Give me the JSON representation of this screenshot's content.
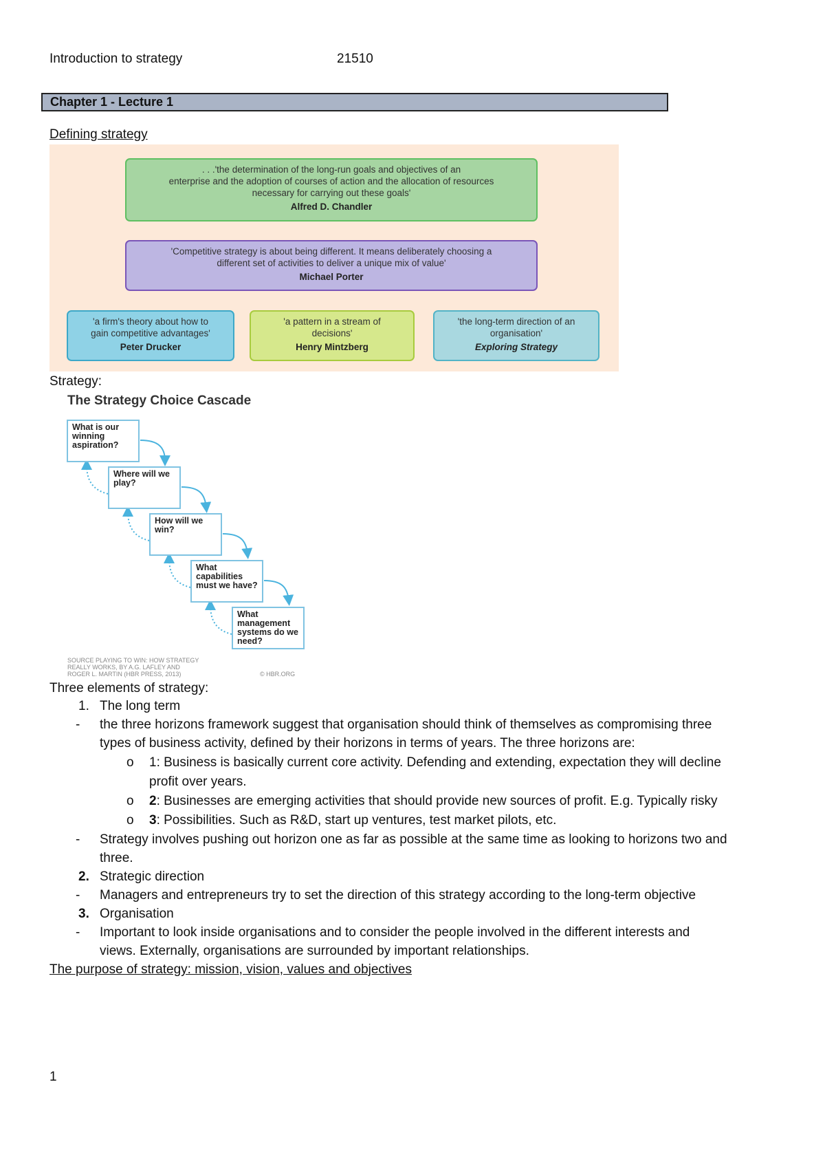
{
  "header": {
    "title": "Introduction to strategy",
    "code": "21510"
  },
  "chapter": "Chapter 1 - Lecture 1",
  "defining_heading": "Defining strategy",
  "definitions": {
    "chandler": {
      "quote1": ". . .'the determination of the long-run goals and objectives of an",
      "quote2": "enterprise and the adoption of courses of action and the allocation of resources",
      "quote3": "necessary for carrying out these goals'",
      "author": "Alfred D. Chandler"
    },
    "porter": {
      "quote1": "'Competitive strategy is about being different. It means deliberately choosing a",
      "quote2": "different set of activities to deliver a unique mix of value'",
      "author": "Michael Porter"
    },
    "drucker": {
      "quote1": "'a firm's theory about how to",
      "quote2": "gain competitive advantages'",
      "author": "Peter Drucker"
    },
    "mintzberg": {
      "quote1": "'a pattern in a stream of",
      "quote2": "decisions'",
      "author": "Henry Mintzberg"
    },
    "exploring": {
      "quote1": "'the long-term direction of an",
      "quote2": "organisation'",
      "author": "Exploring Strategy"
    }
  },
  "strategy_label": "Strategy:",
  "cascade": {
    "title": "The Strategy Choice Cascade",
    "boxes": [
      "What is our winning aspiration?",
      "Where will we play?",
      "How will we win?",
      "What capabilities must we have?",
      "What management systems do we need?"
    ],
    "source1": "SOURCE PLAYING TO WIN: HOW STRATEGY",
    "source2": "REALLY WORKS, BY A.G. LAFLEY AND",
    "source3": "ROGER L. MARTIN (HBR PRESS, 2013)",
    "credit": "© HBR.ORG"
  },
  "three_elements": {
    "heading": "Three elements of strategy:",
    "n1": "1.",
    "item1": "The long term",
    "b1a": "the three horizons framework suggest that organisation should think of themselves as compromising three",
    "b1b": "types of business activity, defined by their horizons in terms of years. The three horizons are:",
    "h1a_label": "1",
    "h1a": ": Business is basically current core activity. Defending and extending, expectation they will decline",
    "h1b": "profit over years.",
    "h2_label": "2",
    "h2": ": Businesses are emerging activities that should provide new sources of profit. E.g. Typically risky",
    "h3_label": "3",
    "h3": ": Possibilities. Such as R&D, start up ventures, test market pilots, etc.",
    "b2a": "Strategy involves pushing out horizon one as far as possible at the same time as looking to horizons two and",
    "b2b": "three.",
    "n2": "2.",
    "item2": "Strategic direction",
    "b3": "Managers and entrepreneurs try to set the direction of this strategy according to the long-term objective",
    "n3": "3.",
    "item3": "Organisation",
    "b4a": "Important to look inside organisations and to consider the people involved in the different interests and",
    "b4b": "views. Externally, organisations are surrounded by important relationships."
  },
  "purpose_heading": "The purpose of strategy: mission, vision, values and objectives",
  "page_number": "1",
  "colors": {
    "chapter_bar": "#aab4c6",
    "figure_bg": "#fde9d9",
    "cascade_border": "#7fc3e2"
  }
}
